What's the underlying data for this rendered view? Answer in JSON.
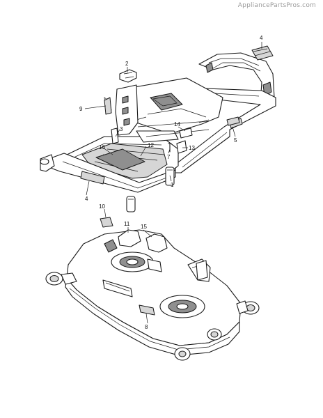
{
  "watermark": "AppliancePartsPros.com",
  "callouts": [
    {
      "id": "4-top",
      "label": "4"
    },
    {
      "id": "2",
      "label": "2"
    },
    {
      "id": "9",
      "label": "9"
    },
    {
      "id": "3",
      "label": "3"
    },
    {
      "id": "14",
      "label": "14"
    },
    {
      "id": "5",
      "label": "5"
    },
    {
      "id": "16",
      "label": "16"
    },
    {
      "id": "12",
      "label": "12"
    },
    {
      "id": "7",
      "label": "7"
    },
    {
      "id": "13",
      "label": "13"
    },
    {
      "id": "1",
      "label": "1"
    },
    {
      "id": "4-bottom",
      "label": "4"
    },
    {
      "id": "10",
      "label": "10"
    },
    {
      "id": "11",
      "label": "11"
    },
    {
      "id": "15",
      "label": "15"
    },
    {
      "id": "8",
      "label": "8"
    }
  ]
}
